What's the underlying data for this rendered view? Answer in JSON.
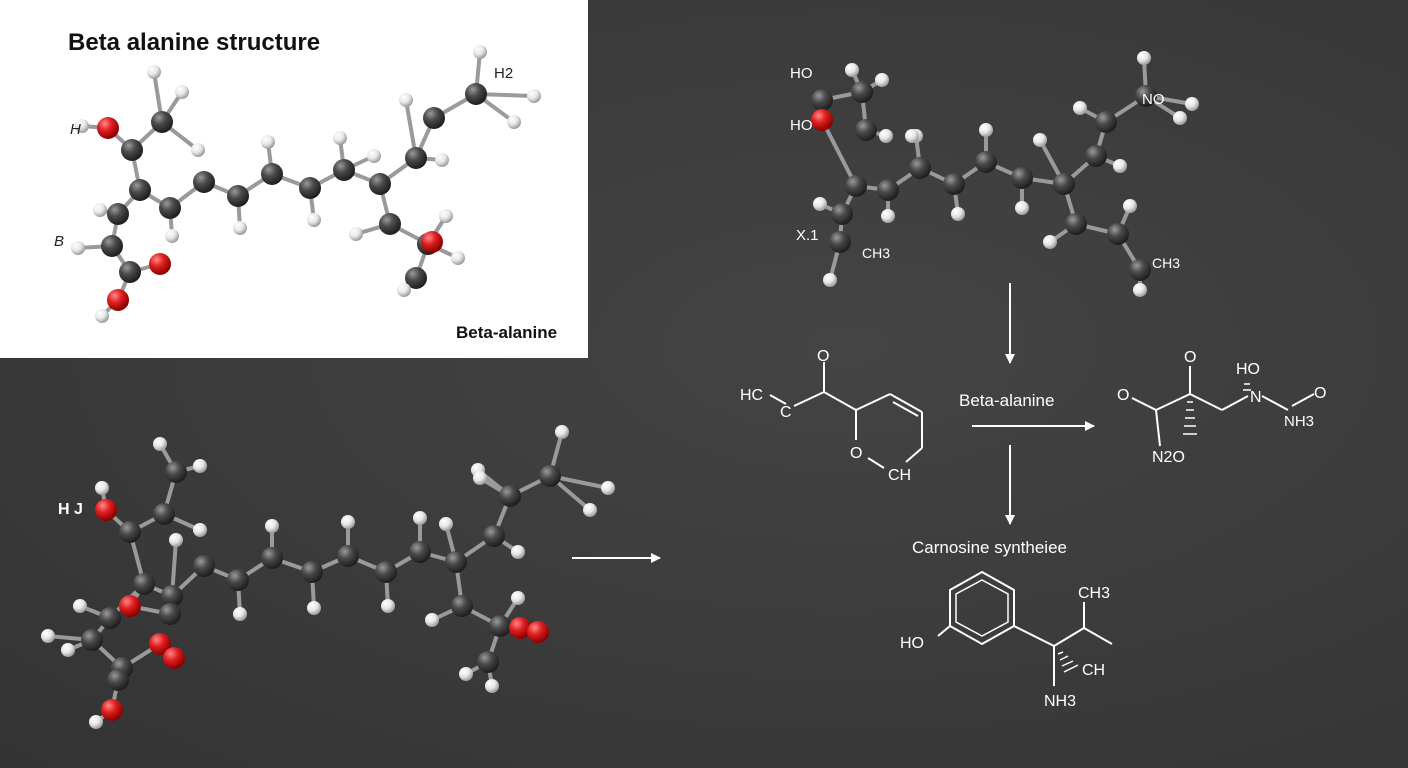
{
  "inset": {
    "title": "Beta alanine structure",
    "caption": "Beta-alanine",
    "labels": {
      "h2": "H2",
      "h_left": "H",
      "b_left": "B"
    }
  },
  "top_right_molecule": {
    "labels": {
      "ho_1": "HO",
      "ho_2": "HO",
      "no": "NO",
      "x1": "X.1",
      "ch3_left": "CH3",
      "ch3_right": "CH3"
    }
  },
  "bottom_left_molecule": {
    "labels": {
      "hj": "H J"
    }
  },
  "reaction": {
    "arrow_label": "Beta-alanine",
    "enzyme_label": "Carnosine syntheiee",
    "reactant": {
      "hc": "HC",
      "c": "C",
      "o_top": "O",
      "o_ring": "O",
      "ch": "CH"
    },
    "product": {
      "o_left": "O",
      "o_top": "O",
      "ho": "HO",
      "n": "N",
      "o_right": "O",
      "nh3": "NH3",
      "n2o": "N2O"
    },
    "final": {
      "ho": "HO",
      "ch3": "CH3",
      "ch": "CH",
      "nh3": "NH3"
    }
  },
  "colors": {
    "carbon": "#4a4a4a",
    "oxygen": "#e02020",
    "hydrogen": "#e8e8e8",
    "bond": "#9a9a9a",
    "panel": "#3a3a3a",
    "inset_bg": "#ffffff"
  }
}
